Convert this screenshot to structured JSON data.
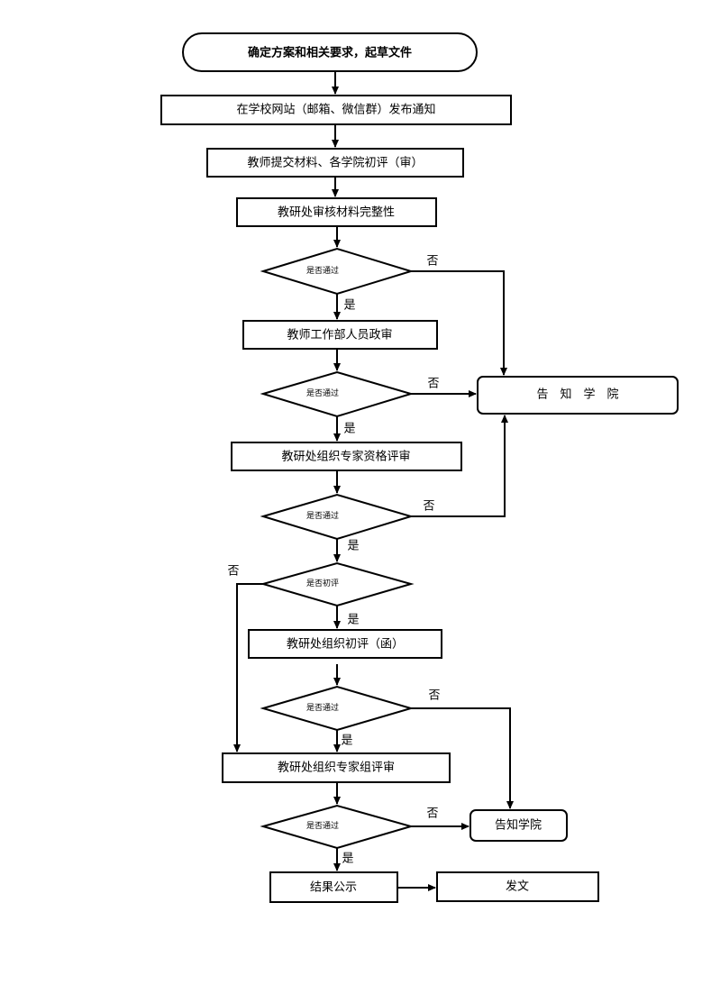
{
  "nodes": {
    "start": "确定方案和相关要求，起草文件",
    "notify": "在学校网站（邮箱、微信群）发布通知",
    "submit": "教师提交材料、各学院初评（审）",
    "check_complete": "教研处审核材料完整性",
    "d1": "是否通过",
    "political": "教师工作部人员政审",
    "d2": "是否通过",
    "inform_top": "告　知　学　院",
    "qualify": "教研处组织专家资格评审",
    "d3": "是否通过",
    "d4": "是否初评",
    "prelim": "教研处组织初评（函）",
    "d5": "是否通过",
    "panel": "教研处组织专家组评审",
    "d6": "是否通过",
    "inform_bottom": "告知学院",
    "publicity": "结果公示",
    "issue": "发文"
  },
  "labels": {
    "yes": "是",
    "no": "否"
  }
}
